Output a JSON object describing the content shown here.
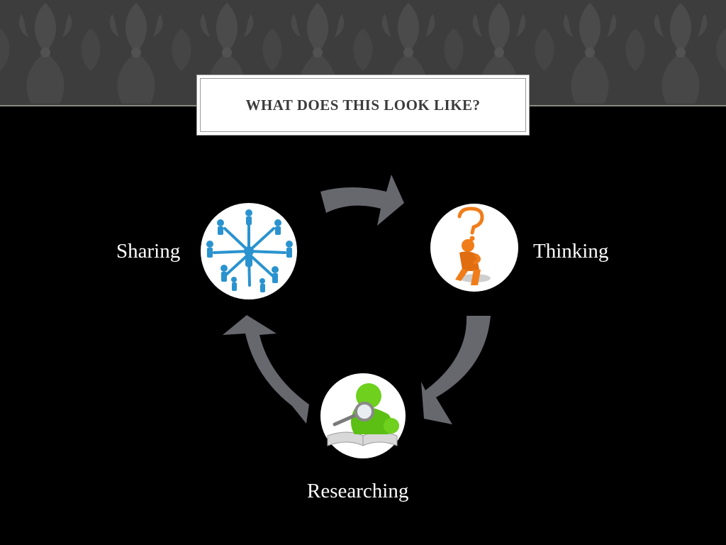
{
  "title": "WHAT DOES THIS LOOK LIKE?",
  "cycle": {
    "nodes": [
      {
        "label": "Sharing",
        "icon": "network-people-icon"
      },
      {
        "label": "Thinking",
        "icon": "thinking-person-icon"
      },
      {
        "label": "Researching",
        "icon": "researcher-magnifier-icon"
      }
    ],
    "colors": {
      "arrow": "#67676e",
      "background": "#000000",
      "banner": "#3d3d3d",
      "sharing_icon": "#2a93cf",
      "thinking_icon": "#f07d1a",
      "researching_icon": "#6fd01e"
    }
  }
}
